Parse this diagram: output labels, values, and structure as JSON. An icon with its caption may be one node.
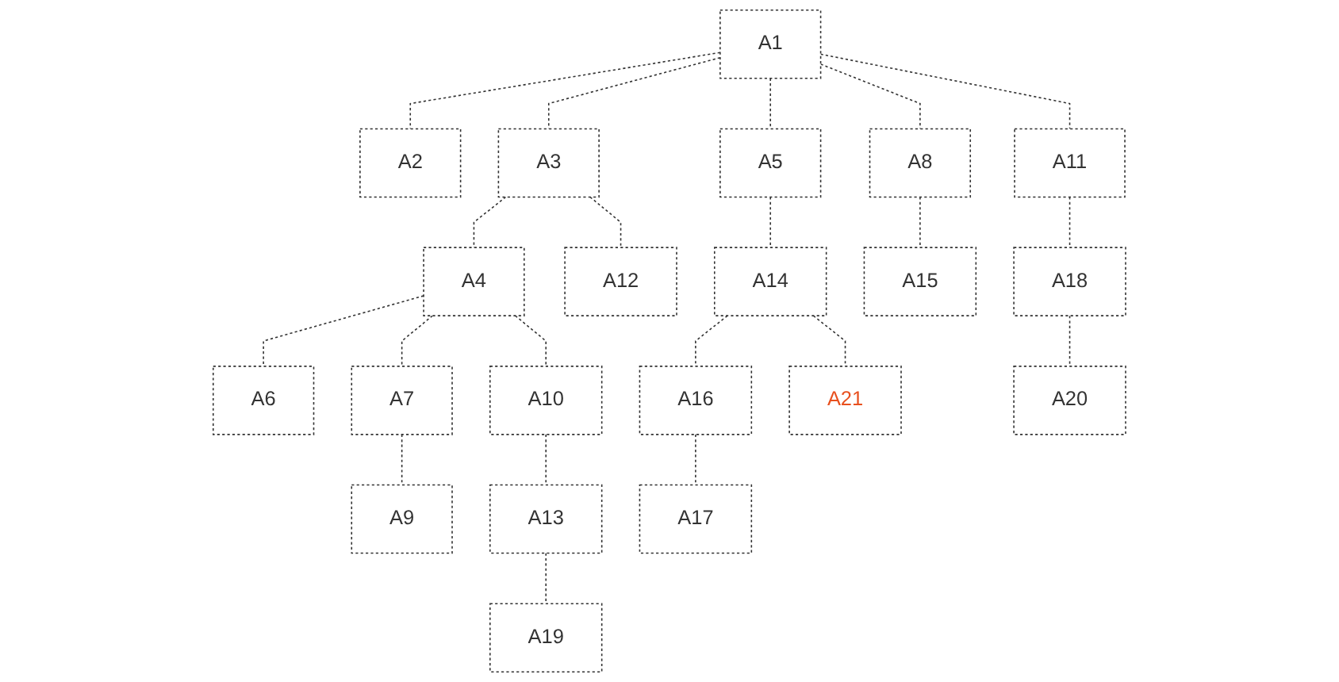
{
  "diagram": {
    "nodes": [
      {
        "text": [
          "A1"
        ]
      },
      {
        "text": [
          "A2"
        ]
      },
      {
        "text": [
          "A3"
        ]
      },
      {
        "text": [
          "A5"
        ]
      },
      {
        "text": [
          "A8"
        ]
      },
      {
        "text": [
          "A11"
        ]
      },
      {
        "text": [
          "A4"
        ]
      },
      {
        "text": [
          "A12"
        ]
      },
      {
        "text": [
          "A14"
        ]
      },
      {
        "text": [
          "A15"
        ]
      },
      {
        "text": [
          "A18"
        ]
      },
      {
        "text": [
          "A6"
        ]
      },
      {
        "text": [
          "A7"
        ]
      },
      {
        "text": [
          "A10"
        ]
      },
      {
        "text": [
          "A16"
        ]
      },
      {
        "text": [
          "A21"
        ]
      },
      {
        "text": [
          "A20"
        ]
      },
      {
        "text": [
          "A9"
        ]
      },
      {
        "text": [
          "A13"
        ]
      },
      {
        "text": [
          "A17"
        ]
      },
      {
        "text": [
          "A19"
        ]
      }
    ],
    "edges": [
      {
        "from": 0,
        "to": 1,
        "arrow": "none",
        "style": "dashed"
      },
      {
        "from": 0,
        "to": 2,
        "arrow": "none",
        "style": "dashed"
      },
      {
        "from": 0,
        "to": 3,
        "arrow": "none",
        "style": "dashed"
      },
      {
        "from": 0,
        "to": 4,
        "arrow": "none",
        "style": "dashed"
      },
      {
        "from": 0,
        "to": 5,
        "arrow": "none",
        "style": "dashed"
      },
      {
        "from": 2,
        "to": 6,
        "arrow": "none",
        "style": "dashed"
      },
      {
        "from": 2,
        "to": 7,
        "arrow": "none",
        "style": "dashed"
      },
      {
        "from": 3,
        "to": 8,
        "arrow": "none",
        "style": "dashed"
      },
      {
        "from": 4,
        "to": 9,
        "arrow": "none",
        "style": "dashed"
      },
      {
        "from": 5,
        "to": 10,
        "arrow": "none",
        "style": "dashed"
      },
      {
        "from": 6,
        "to": 11,
        "arrow": "none",
        "style": "dashed"
      },
      {
        "from": 6,
        "to": 12,
        "arrow": "none",
        "style": "dashed"
      },
      {
        "from": 6,
        "to": 13,
        "arrow": "none",
        "style": "dashed"
      },
      {
        "from": 8,
        "to": 14,
        "arrow": "none",
        "style": "dashed"
      },
      {
        "from": 8,
        "to": 15,
        "arrow": "none",
        "style": "dashed"
      },
      {
        "from": 10,
        "to": 16,
        "arrow": "none",
        "style": "dashed"
      },
      {
        "from": 12,
        "to": 17,
        "arrow": "none",
        "style": "dashed"
      },
      {
        "from": 13,
        "to": 18,
        "arrow": "none",
        "style": "dashed"
      },
      {
        "from": 14,
        "to": 19,
        "arrow": "none",
        "style": "dashed"
      },
      {
        "from": 18,
        "to": 20,
        "arrow": "none",
        "style": "dashed"
      }
    ]
  }
}
